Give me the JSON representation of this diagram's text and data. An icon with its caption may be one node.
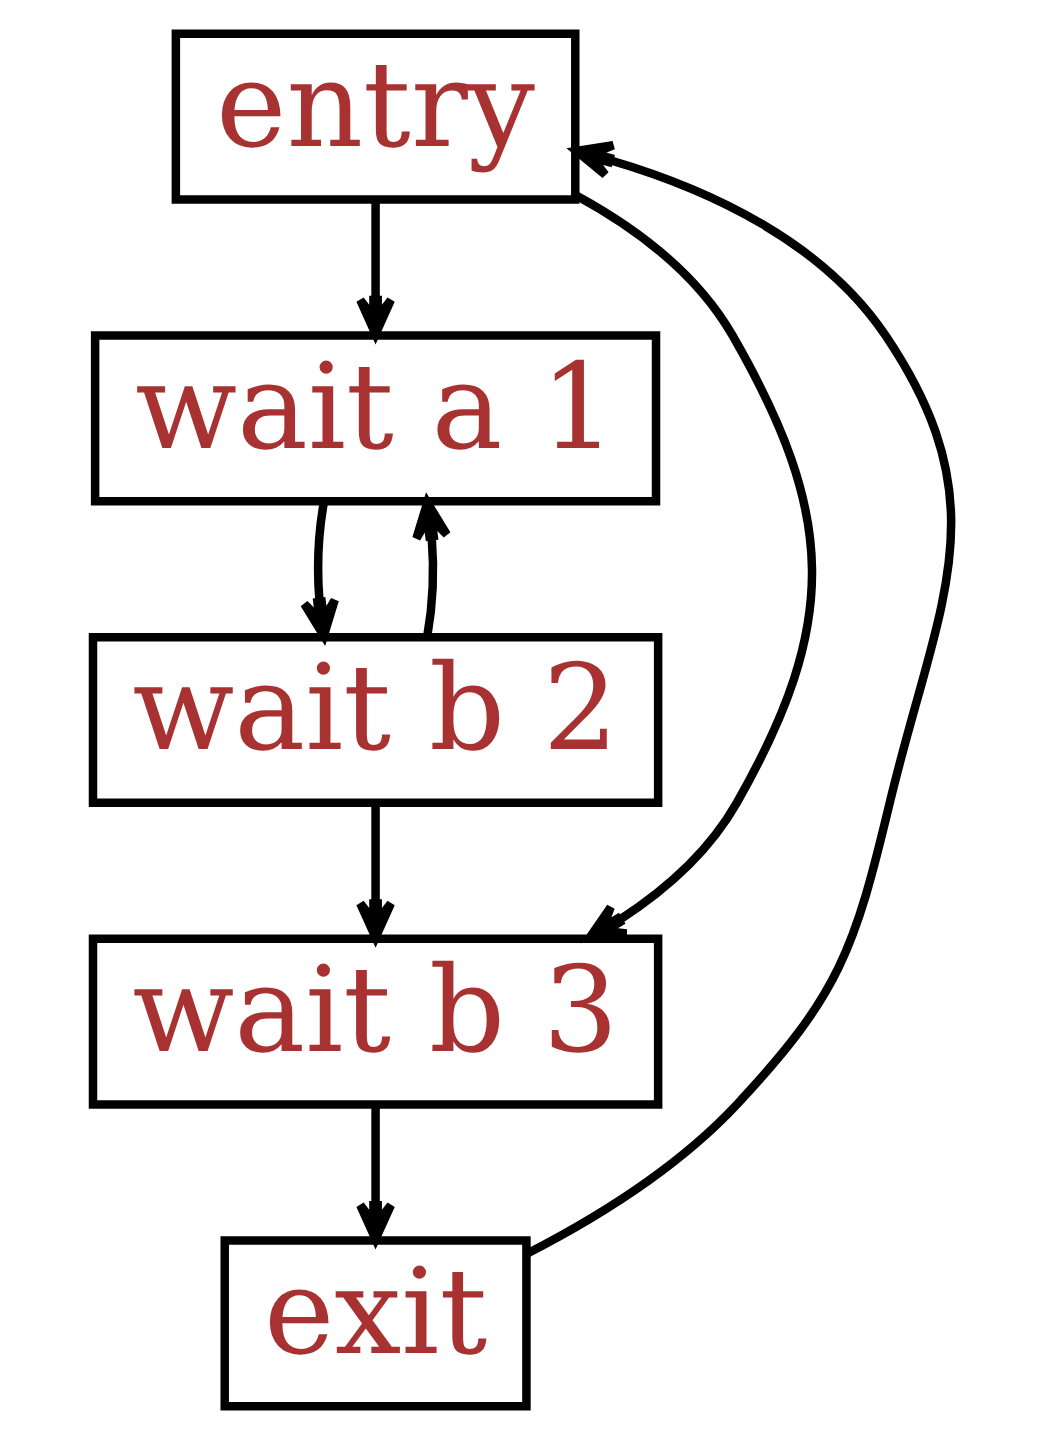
{
  "diagram": {
    "nodes": [
      {
        "text": [
          "entry"
        ]
      },
      {
        "text": [
          "wait a 1"
        ]
      },
      {
        "text": [
          "wait b 2"
        ]
      },
      {
        "text": [
          "wait b 3"
        ]
      },
      {
        "text": [
          "exit"
        ]
      }
    ],
    "edges": [
      {
        "from": 0,
        "to": 1,
        "arrow": "to"
      },
      {
        "from": 1,
        "to": 2,
        "arrow": "to"
      },
      {
        "from": 2,
        "to": 1,
        "arrow": "to"
      },
      {
        "from": 2,
        "to": 3,
        "arrow": "to"
      },
      {
        "from": 0,
        "to": 3,
        "arrow": "to"
      },
      {
        "from": 3,
        "to": 4,
        "arrow": "to"
      },
      {
        "from": 4,
        "to": 0,
        "arrow": "to"
      }
    ]
  }
}
